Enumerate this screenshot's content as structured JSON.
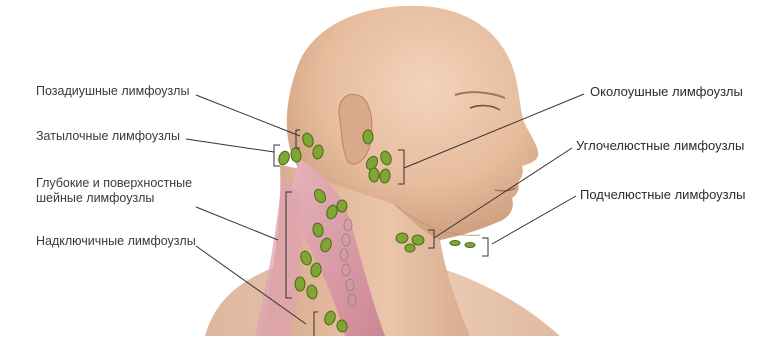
{
  "labels": {
    "postauricular": "Позадиушные лимфоузлы",
    "occipital": "Затылочные лимфоузлы",
    "cervical_line1": "Глубокие и поверхностные",
    "cervical_line2": "шейные лимфоузлы",
    "supraclavicular": "Надключичные лимфоузлы",
    "parotid": "Околоушные лимфоузлы",
    "mandibular_angle": "Углочелюстные лимфоузлы",
    "submandibular": "Подчелюстные лимфоузлы"
  },
  "colors": {
    "skin": "#e9c3a6",
    "skin_shadow": "#c9987a",
    "muscle": "#d99aa8",
    "node_fill": "#7fa532",
    "node_stroke": "#4e6a1b",
    "leader_line": "#333333",
    "background": "#ffffff"
  }
}
